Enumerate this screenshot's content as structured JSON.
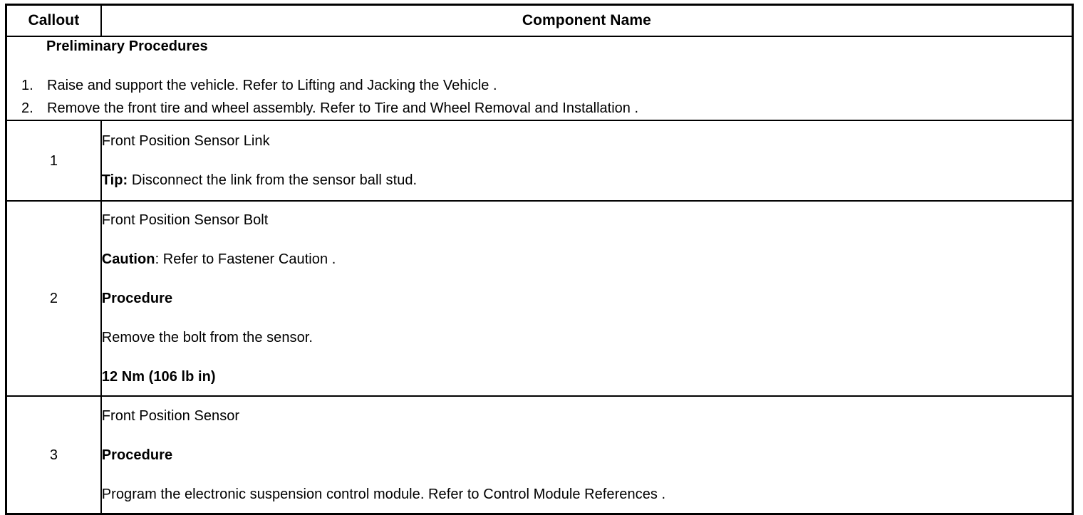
{
  "table": {
    "headers": {
      "callout": "Callout",
      "component_name": "Component Name"
    },
    "preliminary": {
      "title": "Preliminary Procedures",
      "steps": [
        {
          "num": "1.",
          "text": "Raise and support the vehicle. Refer to Lifting and Jacking the Vehicle ."
        },
        {
          "num": "2.",
          "text": "Remove the front tire and wheel assembly. Refer to Tire and Wheel Removal and Installation ."
        }
      ]
    },
    "rows": [
      {
        "callout": "1",
        "lines": [
          {
            "text": "Front Position Sensor Link",
            "bold": false
          },
          {
            "label": "Tip:",
            "text": " Disconnect the link from the sensor ball stud.",
            "bold": false
          }
        ]
      },
      {
        "callout": "2",
        "lines": [
          {
            "text": "Front Position Sensor Bolt",
            "bold": false
          },
          {
            "label": "Caution",
            "text": ": Refer to Fastener Caution .",
            "bold": false
          },
          {
            "text": "Procedure",
            "bold": true
          },
          {
            "text": "Remove the bolt from the sensor.",
            "bold": false
          },
          {
            "text": "12 Nm (106 lb in)",
            "bold": true
          }
        ]
      },
      {
        "callout": "3",
        "lines": [
          {
            "text": "Front Position Sensor",
            "bold": false
          },
          {
            "text": "Procedure",
            "bold": true
          },
          {
            "text": "Program the electronic suspension control module. Refer to Control Module References .",
            "bold": false
          }
        ]
      }
    ]
  },
  "colors": {
    "background": "#ffffff",
    "text": "#000000",
    "border": "#000000"
  }
}
